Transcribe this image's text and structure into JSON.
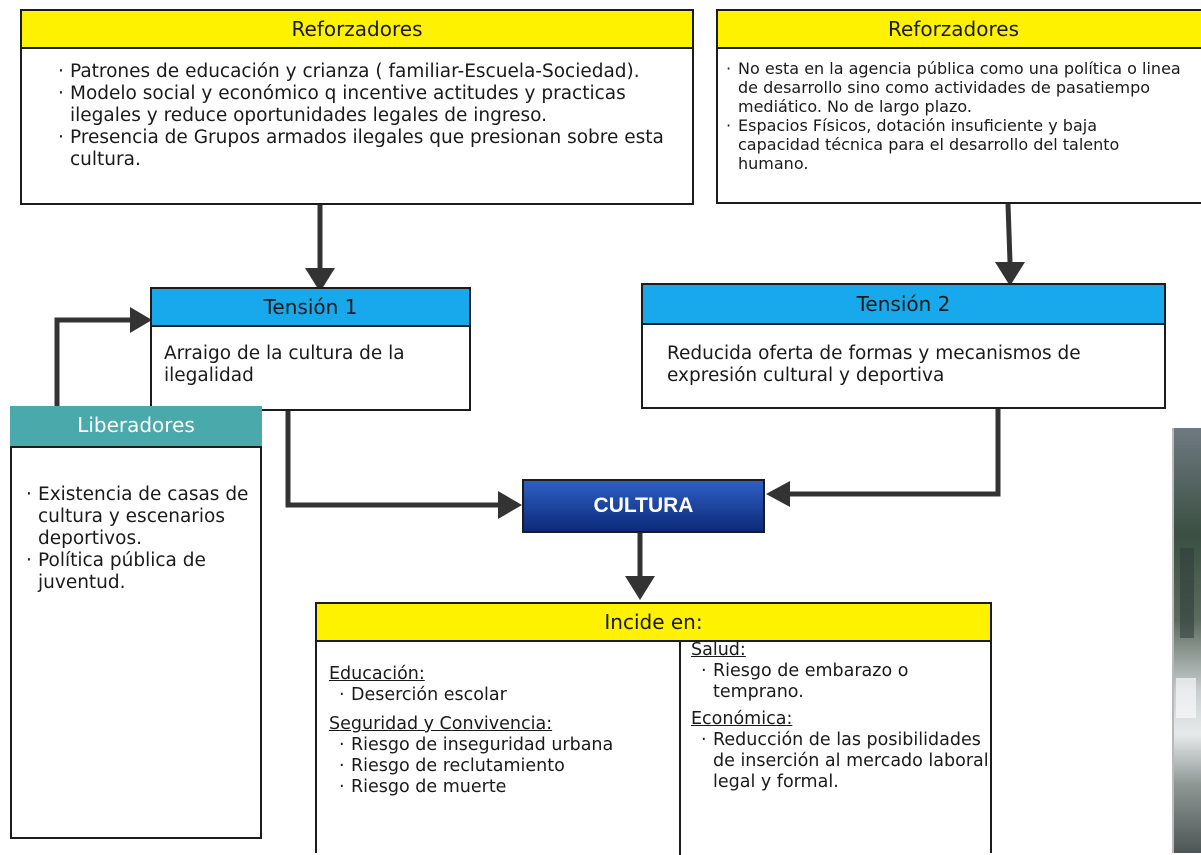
{
  "reforzadores_left": {
    "title": "Reforzadores",
    "items": [
      "Patrones de educación y crianza ( familiar-Escuela-Sociedad).",
      "Modelo social y económico q incentive actitudes y practicas ilegales y reduce oportunidades legales de ingreso.",
      "Presencia de Grupos armados ilegales que presionan sobre esta cultura."
    ]
  },
  "reforzadores_right": {
    "title": "Reforzadores",
    "items": [
      "No esta en la agencia pública como una política o linea de desarrollo sino como actividades de pasatiempo mediático. No de largo plazo.",
      "Espacios Físicos, dotación insuficiente y baja capacidad técnica para el desarrollo del talento humano."
    ]
  },
  "tension1": {
    "title": "Tensión 1",
    "text": "Arraigo de la cultura de la ilegalidad"
  },
  "tension2": {
    "title": "Tensión 2",
    "text": "Reducida oferta de formas y mecanismos de expresión cultural y deportiva"
  },
  "cultura": {
    "label": "CULTURA"
  },
  "liberadores": {
    "title": "Liberadores",
    "items": [
      "Existencia de casas de cultura y escenarios deportivos.",
      "Política pública de juventud."
    ]
  },
  "incide": {
    "title": "Incide en:",
    "left": [
      {
        "heading": "Educación:",
        "items": [
          "Deserción escolar"
        ]
      },
      {
        "heading": "Seguridad y Convivencia:",
        "items": [
          "Riesgo de inseguridad urbana",
          "Riesgo de reclutamiento",
          "Riesgo de muerte"
        ]
      }
    ],
    "right": [
      {
        "heading": "Salud:",
        "items": [
          "Riesgo de embarazo o temprano."
        ]
      },
      {
        "heading": "Económica:",
        "items": [
          "Reducción de las posibilidades de inserción al mercado laboral legal y formal."
        ]
      }
    ]
  },
  "colors": {
    "yellow": "#fff200",
    "blue": "#17a9ec",
    "teal": "#4aa9ab",
    "cultura_top": "#2f5fc4",
    "cultura_bottom": "#0c2a7a",
    "arrow": "#333333"
  },
  "icons": [
    "arrow-down-icon",
    "arrow-right-icon",
    "arrow-left-icon"
  ]
}
